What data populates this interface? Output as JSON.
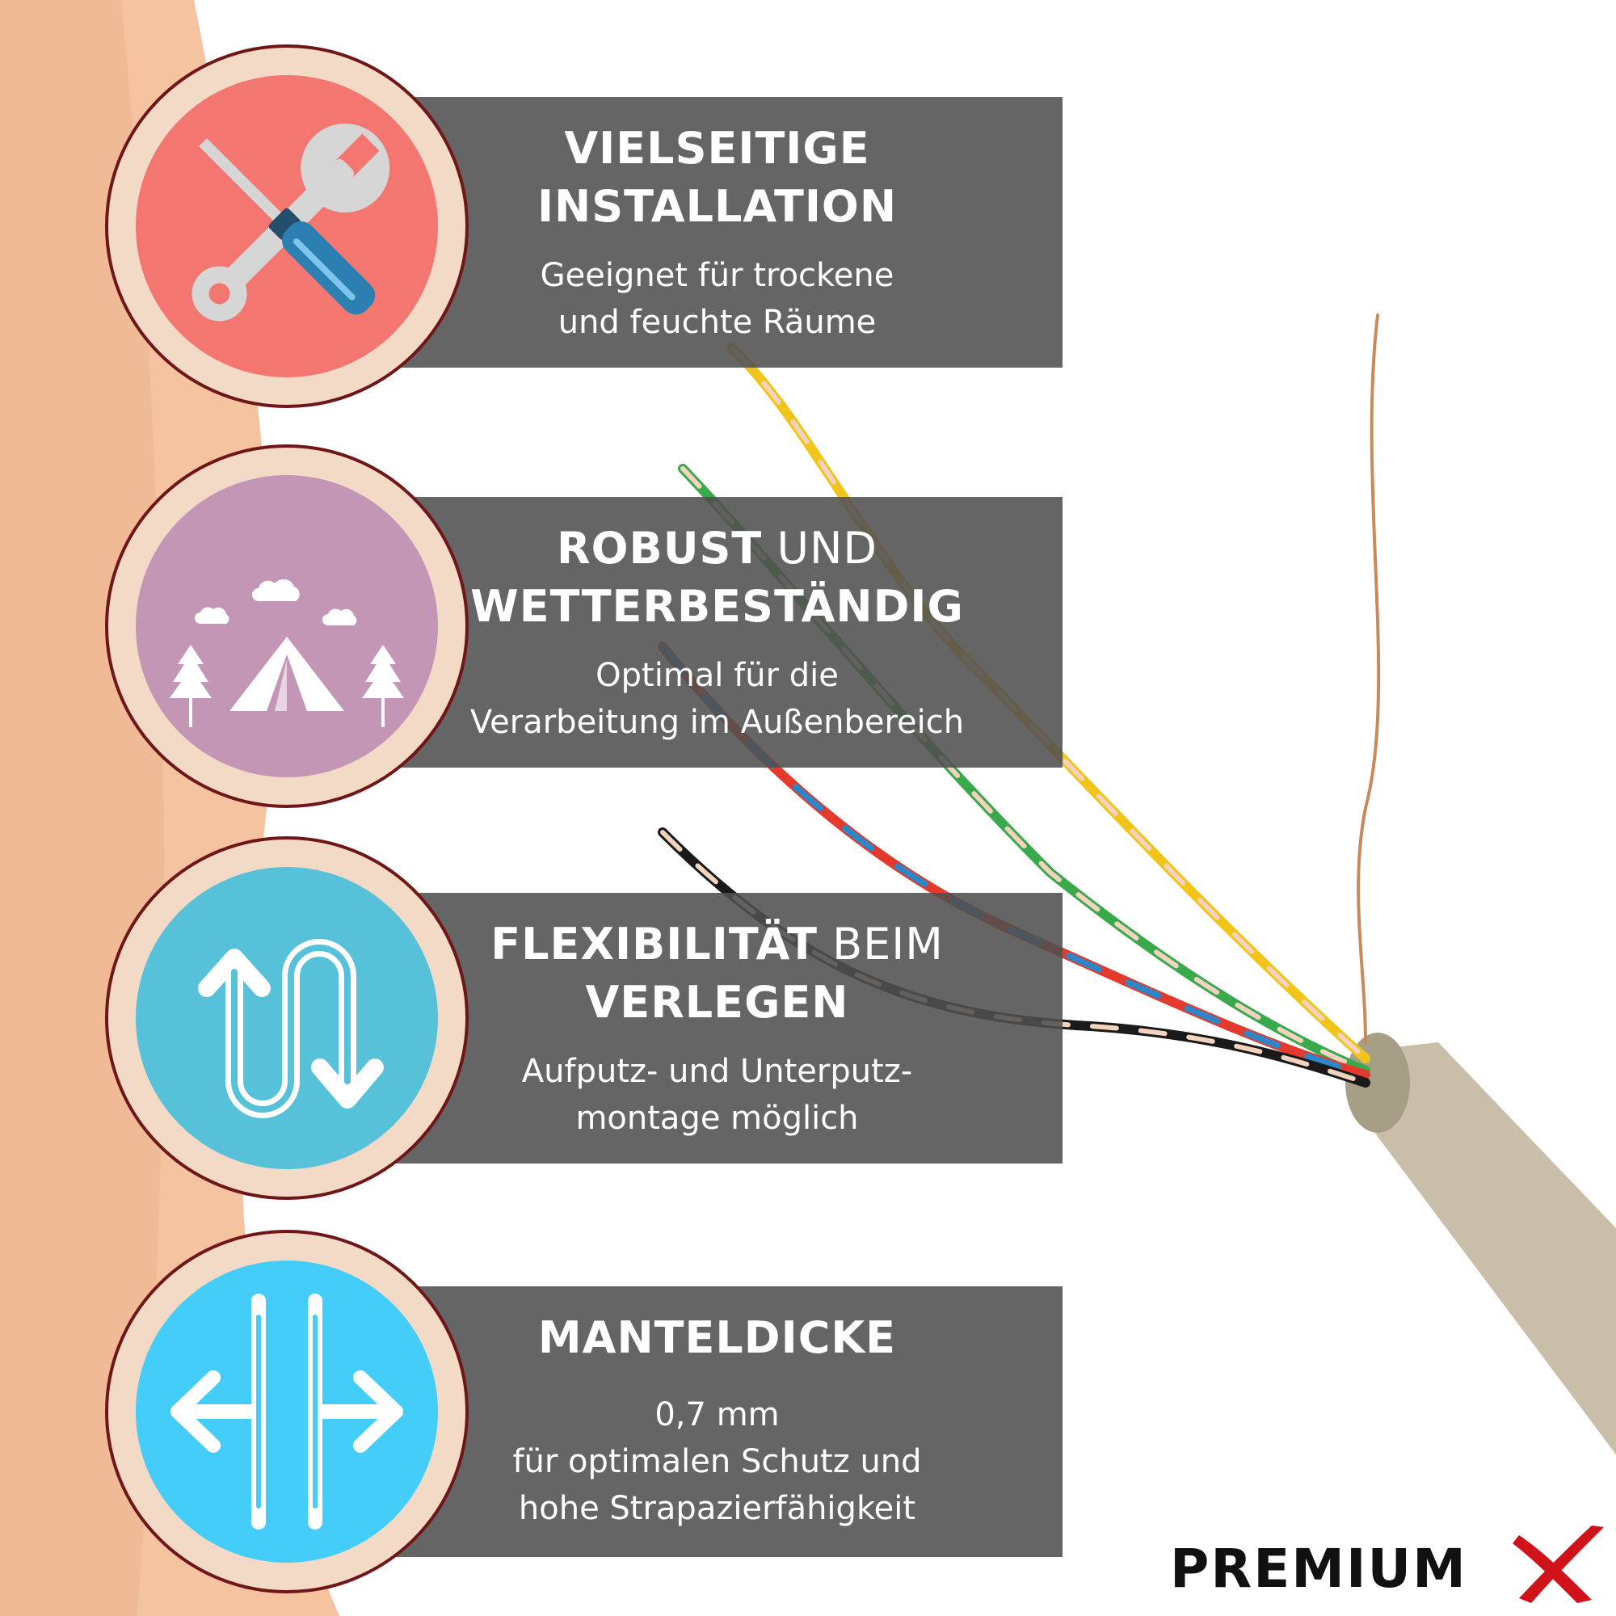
{
  "features": [
    {
      "title_bold_1": "VIELSEITIGE",
      "title_bold_2": "INSTALLATION",
      "desc_1": "Geeignet für trockene",
      "desc_2": "und feuchte Räume",
      "icon": "tools-icon",
      "color": "#f37670"
    },
    {
      "title_bold_1": "ROBUST",
      "title_light_1": "UND",
      "title_bold_2": "WETTERBESTÄNDIG",
      "desc_1": "Optimal für die",
      "desc_2": "Verarbeitung im Außenbereich",
      "icon": "camping-tent-icon",
      "color": "#c396b6"
    },
    {
      "title_bold_1": "FLEXIBILITÄT",
      "title_light_1": "BEIM",
      "title_bold_2": "VERLEGEN",
      "desc_1": "Aufputz- und Unterputz-",
      "desc_2": "montage möglich",
      "icon": "flexible-route-arrows-icon",
      "color": "#56c1d8"
    },
    {
      "title_bold_1": "MANTELDICKE",
      "desc_1": "0,7 mm",
      "desc_2": "für optimalen Schutz und",
      "desc_3": "hohe Strapazierfähigkeit",
      "icon": "thickness-arrows-icon",
      "color": "#45cdf9"
    }
  ],
  "brand": {
    "name": "PREMIUM",
    "mark": "X",
    "mark_color": "#d0121a"
  }
}
